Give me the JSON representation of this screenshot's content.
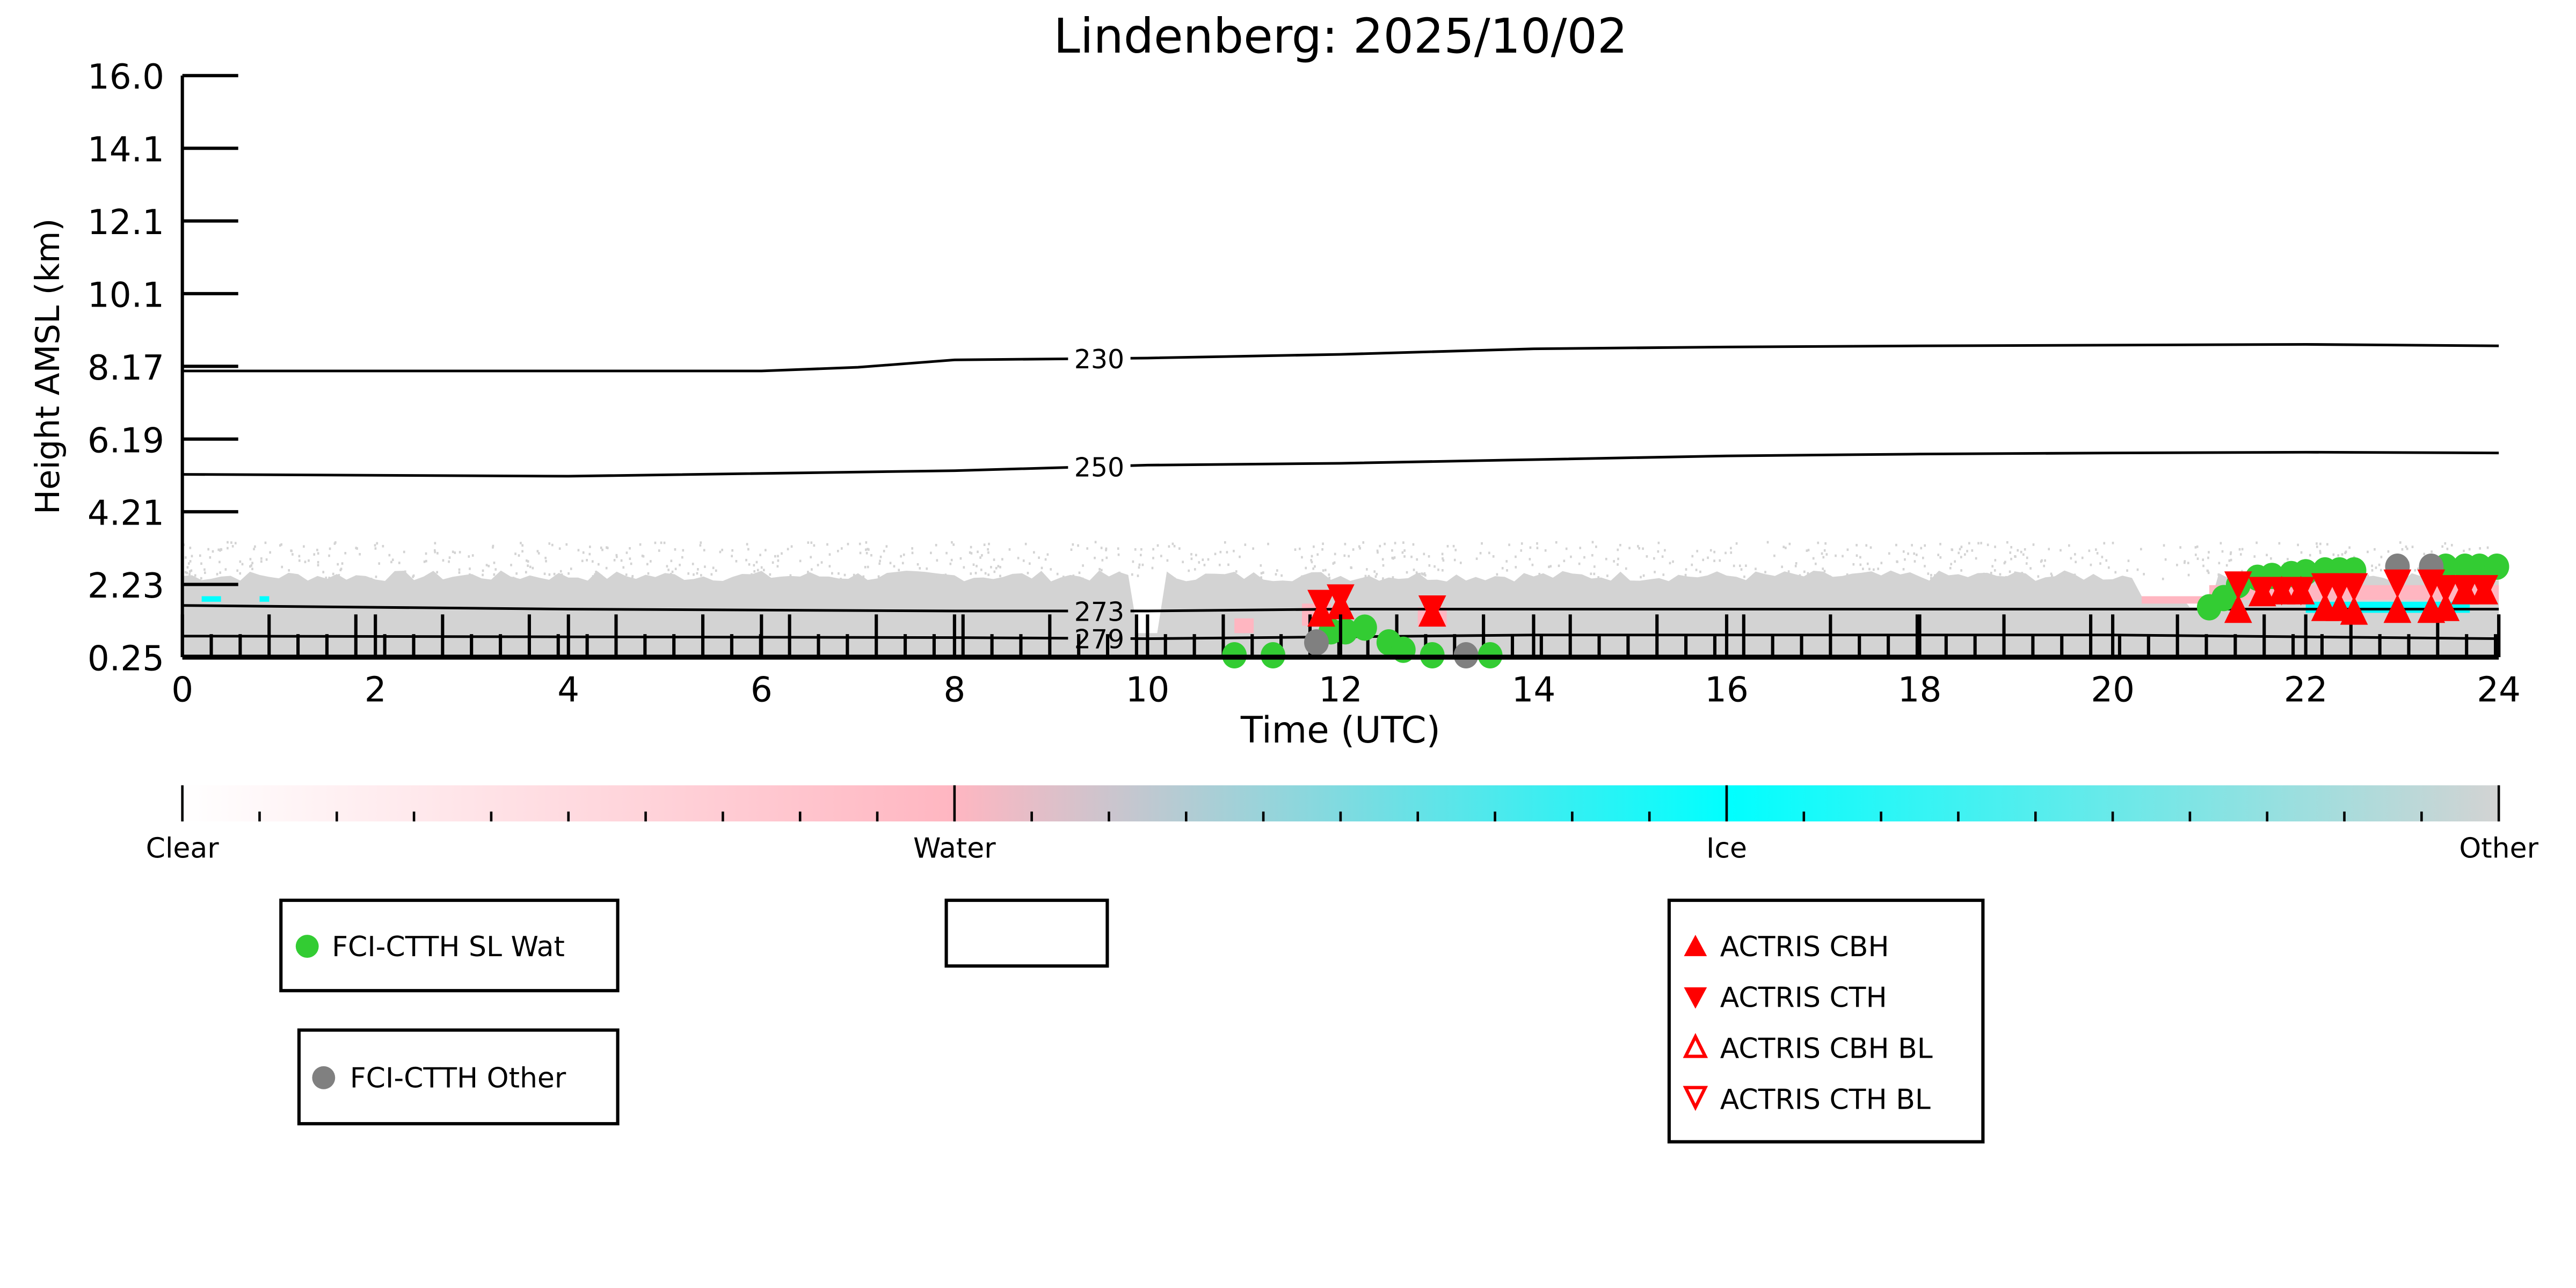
{
  "chart_data": {
    "type": "scatter",
    "title": "Lindenberg: 2025/10/02",
    "xlabel": "Time (UTC)",
    "ylabel": "Height AMSL (km)",
    "xlim": [
      0,
      24
    ],
    "ylim": [
      0.25,
      16.0
    ],
    "xticks": [
      "0",
      "2",
      "4",
      "6",
      "8",
      "10",
      "12",
      "14",
      "16",
      "18",
      "20",
      "22",
      "24"
    ],
    "yticks": [
      "0.25",
      "2.23",
      "4.21",
      "6.19",
      "8.17",
      "10.1",
      "12.1",
      "14.1",
      "16.0"
    ],
    "contours": [
      {
        "label": "230",
        "x": [
          0,
          6,
          7,
          8,
          10,
          12,
          14,
          16,
          18,
          20,
          22,
          24
        ],
        "y": [
          8.0,
          8.0,
          8.1,
          8.3,
          8.35,
          8.45,
          8.6,
          8.65,
          8.68,
          8.7,
          8.72,
          8.68
        ]
      },
      {
        "label": "250",
        "x": [
          0,
          4,
          8,
          10,
          12,
          14,
          16,
          18,
          20,
          22,
          24
        ],
        "y": [
          5.2,
          5.15,
          5.3,
          5.45,
          5.5,
          5.6,
          5.7,
          5.75,
          5.78,
          5.8,
          5.78
        ]
      },
      {
        "label": "273",
        "x": [
          0,
          4,
          8,
          10,
          12,
          14,
          16,
          18,
          20,
          22,
          24
        ],
        "y": [
          1.65,
          1.55,
          1.5,
          1.5,
          1.55,
          1.55,
          1.55,
          1.55,
          1.55,
          1.55,
          1.55
        ]
      },
      {
        "label": "279",
        "x": [
          0,
          4,
          8,
          10,
          12,
          14,
          16,
          18,
          20,
          22,
          24
        ],
        "y": [
          0.82,
          0.8,
          0.78,
          0.75,
          0.8,
          0.85,
          0.85,
          0.85,
          0.85,
          0.8,
          0.75
        ]
      }
    ],
    "series": [
      {
        "name": "FCI-CTTH SL Wat",
        "color": "#33cc33",
        "marker": "circle",
        "x": [
          10.9,
          11.3,
          11.9,
          12.05,
          12.25,
          12.5,
          12.65,
          12.95,
          13.55,
          21.0,
          21.15,
          21.3,
          21.5,
          21.65,
          21.85,
          22.0,
          22.2,
          22.35,
          22.5,
          23.45,
          23.65,
          23.8,
          23.98
        ],
        "y": [
          0.3,
          0.3,
          0.95,
          0.95,
          1.05,
          0.65,
          0.45,
          0.3,
          0.3,
          1.6,
          1.85,
          2.2,
          2.4,
          2.45,
          2.5,
          2.55,
          2.6,
          2.6,
          2.6,
          2.7,
          2.7,
          2.7,
          2.7
        ]
      },
      {
        "name": "FCI-CTTH Other",
        "color": "#808080",
        "marker": "circle",
        "x": [
          11.75,
          13.3,
          22.95,
          23.3
        ],
        "y": [
          0.65,
          0.3,
          2.7,
          2.7
        ]
      },
      {
        "name": "ACTRIS CBH",
        "color": "#ff0000",
        "marker": "triangle-up",
        "x": [
          11.8,
          12.0,
          12.95,
          21.3,
          21.55,
          21.75,
          21.95,
          22.2,
          22.35,
          22.5,
          22.95,
          23.3,
          23.45,
          23.65,
          23.85
        ],
        "y": [
          1.4,
          1.6,
          1.4,
          1.5,
          1.95,
          2.0,
          2.0,
          1.55,
          1.55,
          1.45,
          1.5,
          1.5,
          1.55,
          2.0,
          2.0
        ]
      },
      {
        "name": "ACTRIS CTH",
        "color": "#ff0000",
        "marker": "triangle-down",
        "x": [
          11.8,
          12.0,
          12.95,
          21.3,
          21.55,
          21.75,
          21.95,
          22.2,
          22.35,
          22.5,
          22.95,
          23.3,
          23.45,
          23.65,
          23.85
        ],
        "y": [
          1.75,
          1.9,
          1.6,
          2.25,
          2.1,
          2.1,
          2.1,
          2.2,
          2.2,
          2.2,
          2.3,
          2.3,
          2.15,
          2.15,
          2.15
        ]
      },
      {
        "name": "ACTRIS CBH BL",
        "color": "#ff0000",
        "marker": "triangle-up-open",
        "x": [],
        "y": []
      },
      {
        "name": "ACTRIS CTH BL",
        "color": "#ff0000",
        "marker": "triangle-down-open",
        "x": [],
        "y": []
      }
    ],
    "colorbar": {
      "labels": [
        "Clear",
        "Water",
        "Ice",
        "Other"
      ],
      "colors": [
        "#ffffff",
        "#ffb6c1",
        "#00ffff",
        "#d3d3d3"
      ]
    },
    "legend_placement": "below-plot"
  }
}
